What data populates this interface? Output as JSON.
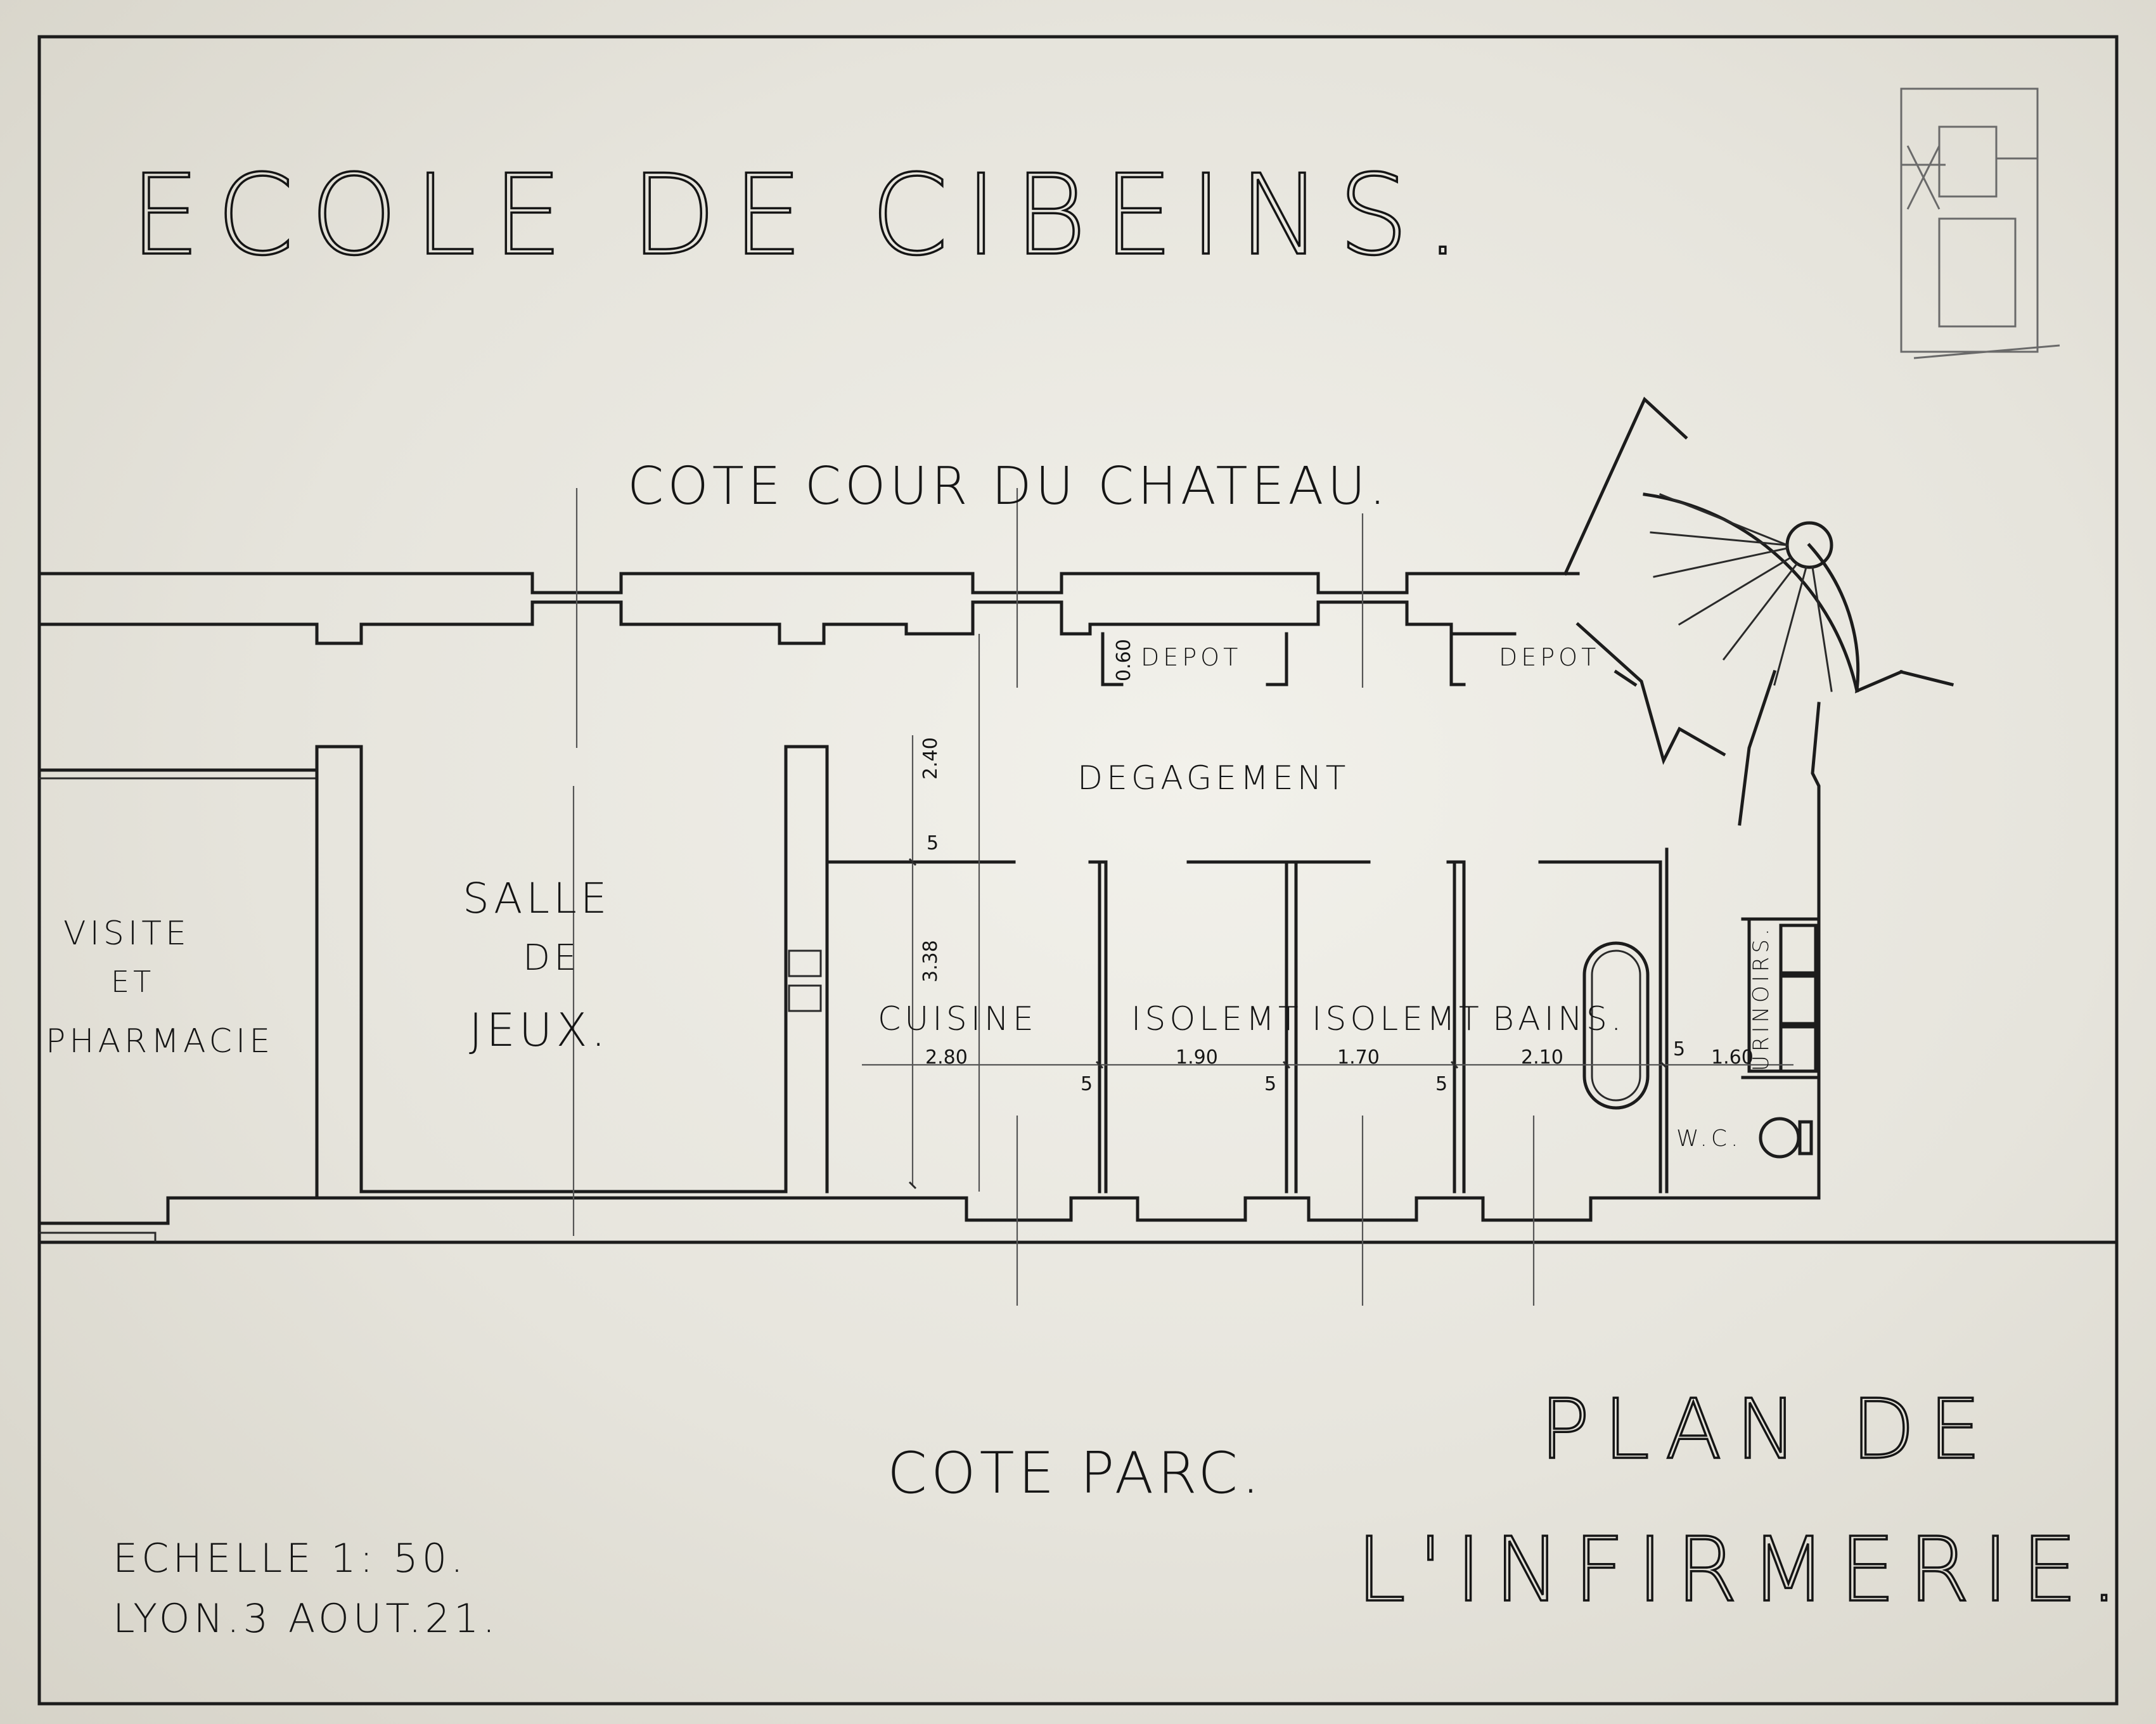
{
  "title": "ECOLE DE CIBEINS.",
  "top_side": "COTE COUR DU CHATEAU.",
  "bottom_side": "COTE PARC.",
  "plan_title": {
    "line1": "PLAN DE",
    "line2": "L'INFIRMERIE."
  },
  "scale": "ECHELLE 1: 50.",
  "place_date": "LYON.3 AOUT.21.",
  "rooms": {
    "depot_left": "DEPOT",
    "depot_right": "DEPOT",
    "degagement": "DEGAGEMENT",
    "visite": [
      "VISITE",
      "ET",
      "PHARMACIE"
    ],
    "salle": [
      "SALLE",
      "DE",
      "JEUX."
    ],
    "cuisine": "CUISINE",
    "isolement1": "ISOLEMT",
    "isolement2": "ISOLEMT",
    "bains": "BAINS.",
    "urinoirs": "URINOIRS.",
    "wc": "W.C."
  },
  "dimensions": {
    "cuisine_w": "2.80",
    "isol1_w": "1.90",
    "isol2_w": "1.70",
    "bains_w": "2.10",
    "urinoir_w": "1.60",
    "deg_depth": "2.40",
    "room_depth": "3.38",
    "depot_depth": "0.60",
    "wall_5a": "5",
    "wall_5b": "5",
    "wall_5c": "5",
    "wall_5d": "5",
    "wall_5e": "5"
  }
}
